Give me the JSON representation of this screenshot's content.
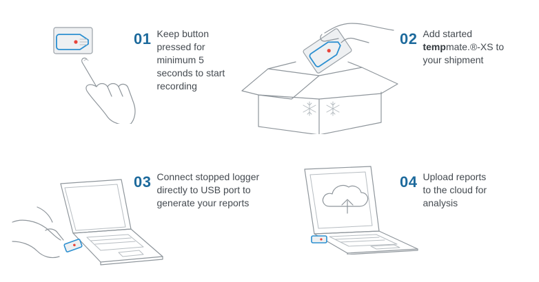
{
  "steps": [
    {
      "num": "01",
      "lines": [
        "Keep button",
        "pressed for",
        "minimum 5",
        "seconds to start",
        "recording"
      ]
    },
    {
      "num": "02",
      "line1": "Add started",
      "line2_bold": "temp",
      "line2_rest": "mate.®-XS to",
      "line3": "your shipment"
    },
    {
      "num": "03",
      "lines": [
        "Connect stopped logger",
        "directly to USB port to",
        "generate your reports"
      ]
    },
    {
      "num": "04",
      "lines": [
        "Upload reports",
        "to the cloud for",
        "analysis"
      ]
    }
  ],
  "icons": [
    "logger-icon",
    "hand-icon",
    "box-icon",
    "snowflake-icon",
    "laptop-icon",
    "cloud-upload-icon"
  ],
  "colors": {
    "accent": "#1d6a9c",
    "logger_outline": "#2b8fd0",
    "button_red": "#e8443a",
    "line": "#8e959b"
  }
}
